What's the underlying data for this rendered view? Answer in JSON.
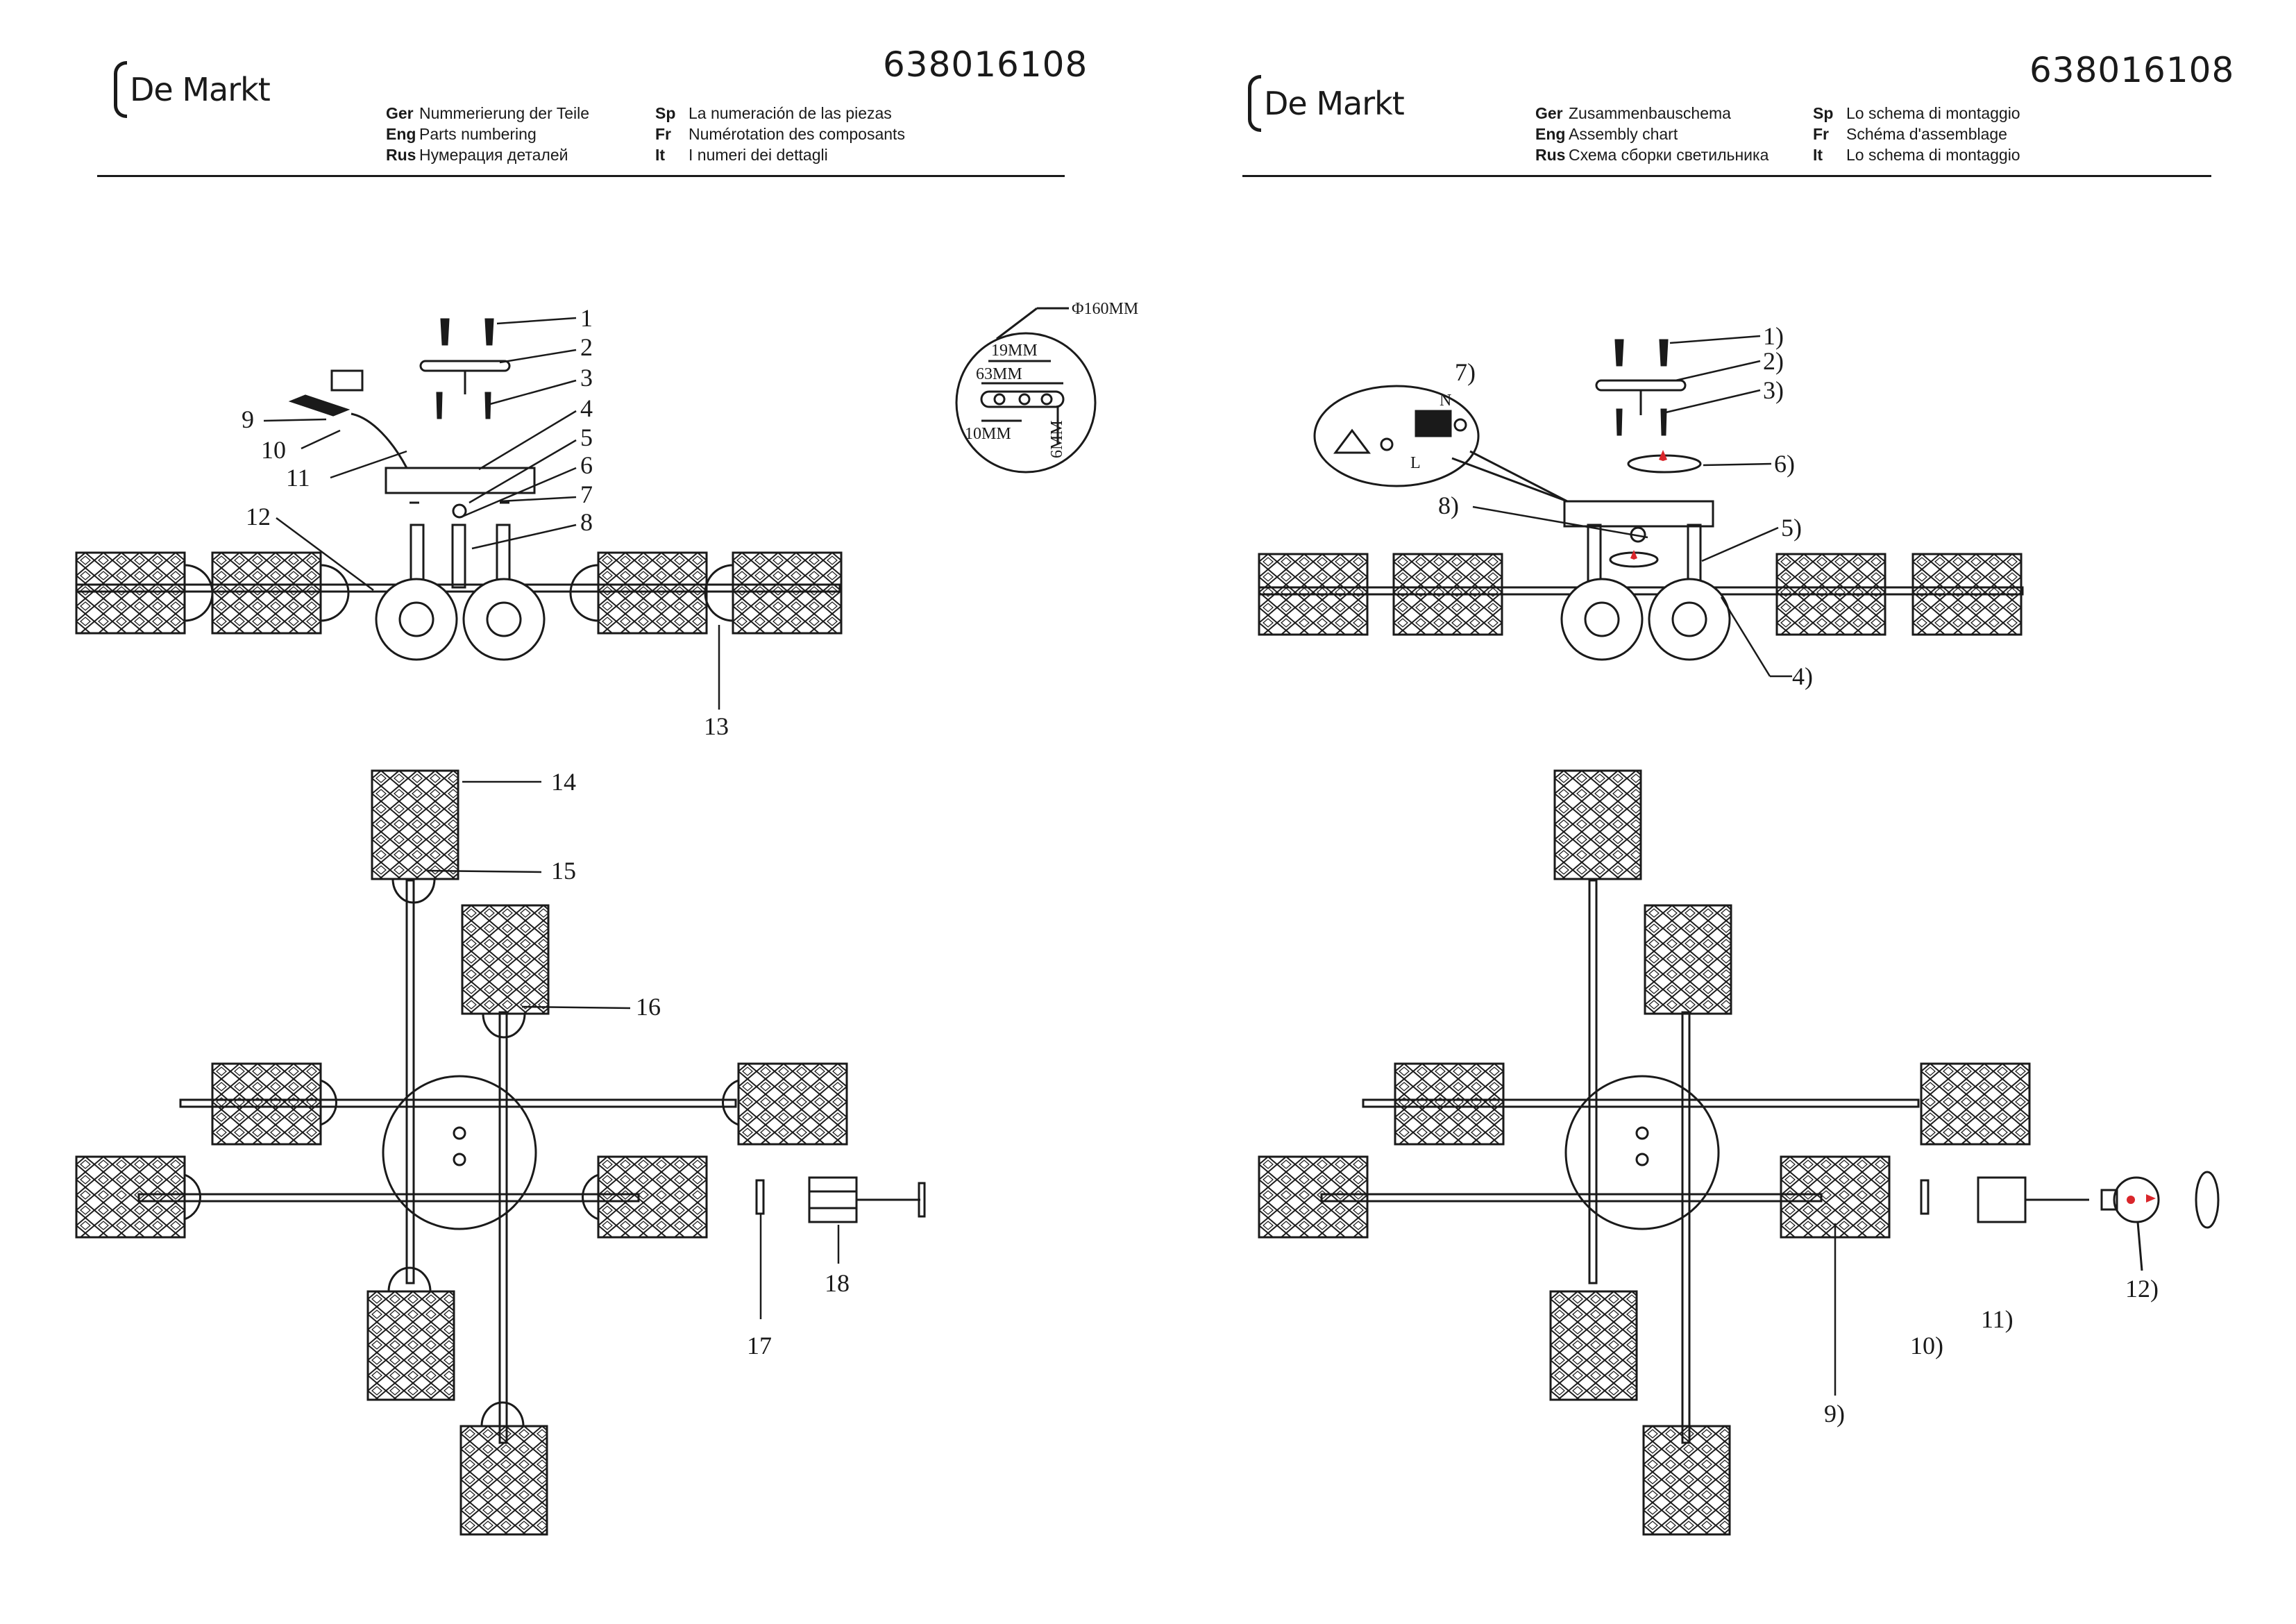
{
  "left": {
    "brand": "De Markt",
    "code": "638016108",
    "header": [
      {
        "lang": "Ger",
        "text": "Nummerierung der Teile"
      },
      {
        "lang": "Eng",
        "text": "Parts numbering"
      },
      {
        "lang": "Rus",
        "text": "Нумерация деталей"
      },
      {
        "lang": "Sp",
        "text": "La numeración de las piezas"
      },
      {
        "lang": "Fr",
        "text": "Numérotation des composants"
      },
      {
        "lang": "It",
        "text": "I numeri dei dettagli"
      }
    ],
    "callouts": [
      "1",
      "2",
      "3",
      "4",
      "5",
      "6",
      "7",
      "8",
      "9",
      "10",
      "11",
      "12",
      "13",
      "14",
      "15",
      "16",
      "17",
      "18"
    ],
    "detail": {
      "diameter": "Φ160MM",
      "d1": "19MM",
      "d2": "63MM",
      "d3": "10MM",
      "d4": "6MM"
    }
  },
  "right": {
    "brand": "De Markt",
    "code": "638016108",
    "header": [
      {
        "lang": "Ger",
        "text": "Zusammenbauschema"
      },
      {
        "lang": "Eng",
        "text": "Assembly chart"
      },
      {
        "lang": "Rus",
        "text": "Схема сборки светильника"
      },
      {
        "lang": "Sp",
        "text": "Lo schema di montaggio"
      },
      {
        "lang": "Fr",
        "text": "Schéma d'assemblage"
      },
      {
        "lang": "It",
        "text": "Lo schema di montaggio"
      }
    ],
    "callouts": [
      "1)",
      "2)",
      "3)",
      "4)",
      "5)",
      "6)",
      "7)",
      "8)",
      "9)",
      "10)",
      "11)",
      "12)"
    ],
    "wiring": {
      "n": "N",
      "l": "L"
    }
  },
  "colors": {
    "ink": "#1a1a1a",
    "arrow": "#d9262b"
  }
}
